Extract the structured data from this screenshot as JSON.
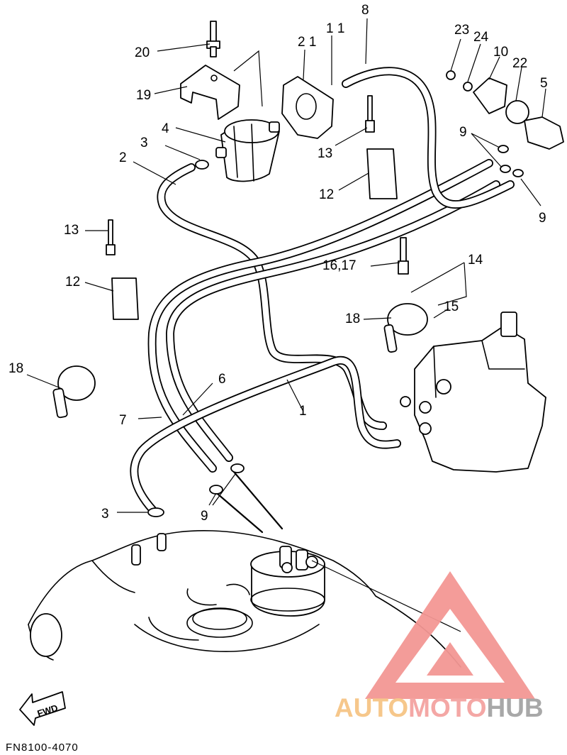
{
  "labels": {
    "l1": "1",
    "l2": "2",
    "l3a": "3",
    "l3b": "3",
    "l4": "4",
    "l5": "5",
    "l6": "6",
    "l7": "7",
    "l8": "8",
    "l9a": "9",
    "l9b": "9",
    "l9c": "9",
    "l10": "10",
    "l11": "1 1",
    "l12a": "12",
    "l12b": "12",
    "l13a": "13",
    "l13b": "13",
    "l14": "14",
    "l15": "15",
    "l1617": "16,17",
    "l18a": "18",
    "l18b": "18",
    "l19": "19",
    "l20": "20",
    "l21": "2 1",
    "l22": "22",
    "l23": "23",
    "l24": "24"
  },
  "fwd_label": "FWD",
  "diagram_code": "FN8100-4070",
  "watermark": {
    "part1": "AUTO",
    "part2": "MOTO",
    "part3": "HUB",
    "colors": {
      "auto": "#f6c585",
      "moto": "#f4a3a1",
      "hub": "#a4a4a4",
      "logo": "#f39794"
    }
  }
}
